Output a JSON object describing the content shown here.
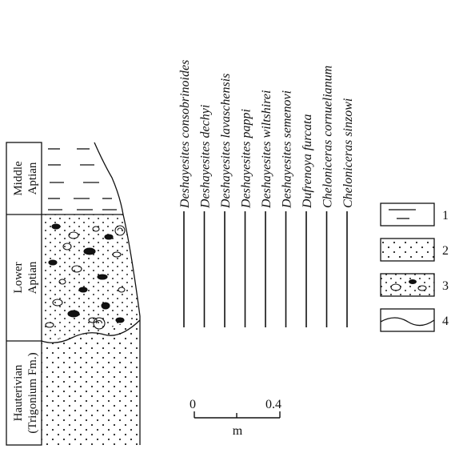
{
  "stages": [
    {
      "name": "Middle Aptian",
      "lines": [
        "Middle",
        "Aptian"
      ]
    },
    {
      "name": "Lower Aptian",
      "lines": [
        "Lower",
        "Aptian"
      ]
    },
    {
      "name": "Hauterivian (Trigonium Fm.)",
      "lines": [
        "Hauterivian",
        "(Trigonium Fm.)"
      ]
    }
  ],
  "taxa": [
    "Deshayesites consobrinoides",
    "Deshayesites dechyi",
    "Deshayesites lavaschensis",
    "Deshayesites pappi",
    "Deshayesites wiltshirei",
    "Deshayesites semenovi",
    "Dufrenoya furcata",
    "Cheloniceras cornuelianum",
    "Cheloniceras sinzowi"
  ],
  "legend": [
    {
      "number": "1",
      "pattern": "dashed-lines"
    },
    {
      "number": "2",
      "pattern": "dots"
    },
    {
      "number": "3",
      "pattern": "nodules"
    },
    {
      "number": "4",
      "pattern": "wavy-boundary"
    }
  ],
  "scale": {
    "start": "0",
    "end": "0.4",
    "unit": "m"
  }
}
